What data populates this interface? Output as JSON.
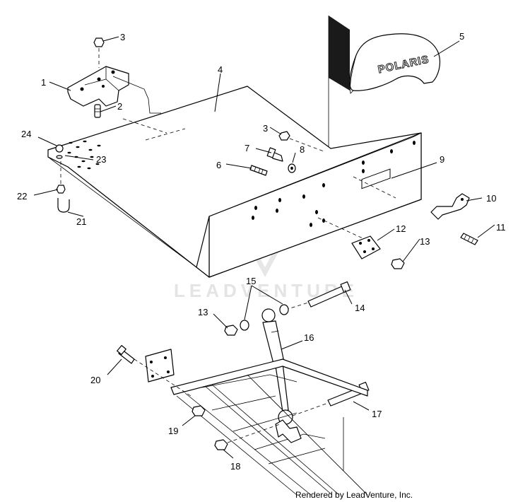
{
  "diagram": {
    "watermark": "LEADVENTURE",
    "footer": "Rendered by LeadVenture, Inc.",
    "logo_text": "POLARIS",
    "callouts": [
      {
        "id": "c1",
        "label": "1"
      },
      {
        "id": "c2",
        "label": "2"
      },
      {
        "id": "c3a",
        "label": "3"
      },
      {
        "id": "c3b",
        "label": "3"
      },
      {
        "id": "c4",
        "label": "4"
      },
      {
        "id": "c5",
        "label": "5"
      },
      {
        "id": "c6",
        "label": "6"
      },
      {
        "id": "c7",
        "label": "7"
      },
      {
        "id": "c8",
        "label": "8"
      },
      {
        "id": "c9",
        "label": "9"
      },
      {
        "id": "c10",
        "label": "10"
      },
      {
        "id": "c11",
        "label": "11"
      },
      {
        "id": "c12",
        "label": "12"
      },
      {
        "id": "c13a",
        "label": "13"
      },
      {
        "id": "c13b",
        "label": "13"
      },
      {
        "id": "c14",
        "label": "14"
      },
      {
        "id": "c15",
        "label": "15"
      },
      {
        "id": "c16",
        "label": "16"
      },
      {
        "id": "c17",
        "label": "17"
      },
      {
        "id": "c18",
        "label": "18"
      },
      {
        "id": "c19",
        "label": "19"
      },
      {
        "id": "c20",
        "label": "20"
      },
      {
        "id": "c21",
        "label": "21"
      },
      {
        "id": "c22",
        "label": "22"
      },
      {
        "id": "c23",
        "label": "23"
      },
      {
        "id": "c24",
        "label": "24"
      }
    ]
  }
}
